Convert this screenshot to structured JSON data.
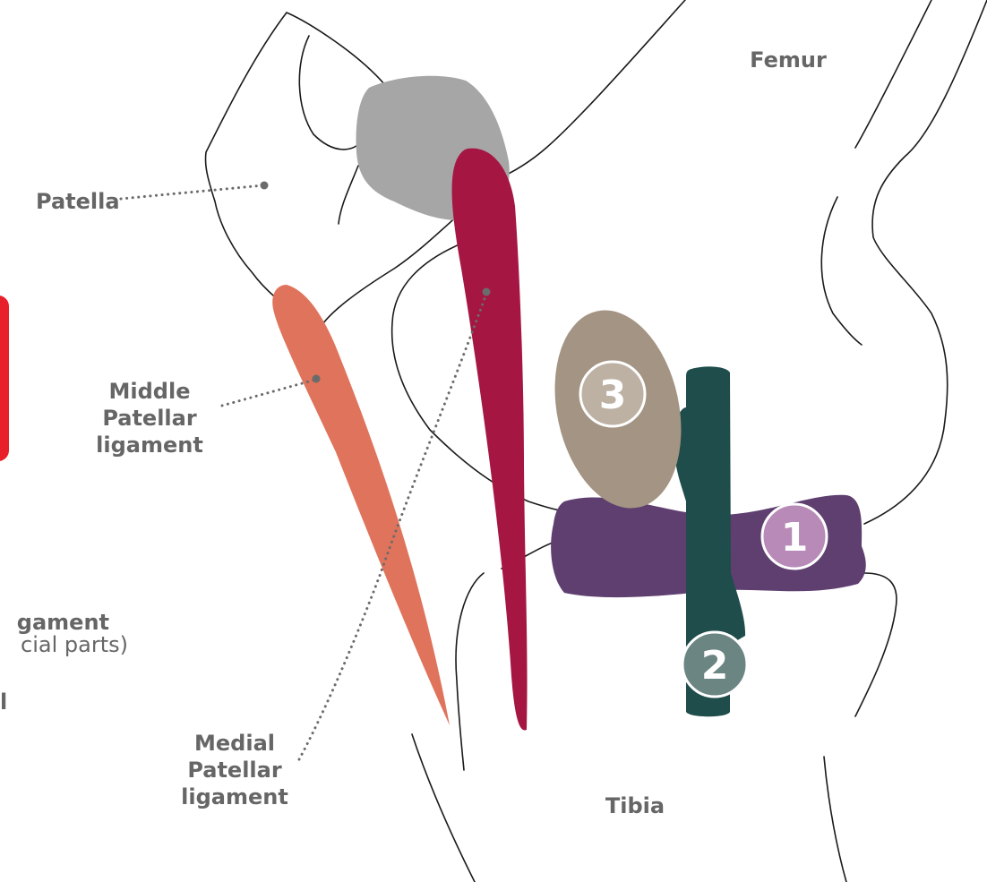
{
  "labels": {
    "femur": "Femur",
    "tibia": "Tibia",
    "patella": "Patella",
    "middle_patellar": [
      "Middle",
      "Patellar",
      "ligament"
    ],
    "medial_patellar": [
      "Medial",
      "Patellar",
      "ligament"
    ],
    "cut_ligament": "gament",
    "cut_parts": "cial parts)",
    "cut_l": "l"
  },
  "markers": [
    "1",
    "2",
    "3"
  ],
  "colors": {
    "patella": "#a6a6a6",
    "medial_patellar_ligament": "#a51642",
    "middle_patellar_ligament": "#e0735b",
    "structure_1": "#5e3f70",
    "structure_1_badge": "#b78ab8",
    "structure_2": "#1f4d4b",
    "structure_2_badge": "#6b8582",
    "structure_3": "#a39483",
    "structure_3_badge": "#bdb1a4",
    "red_tab": "#e8202a",
    "label_text": "#666666",
    "line": "#1a1a1a"
  }
}
